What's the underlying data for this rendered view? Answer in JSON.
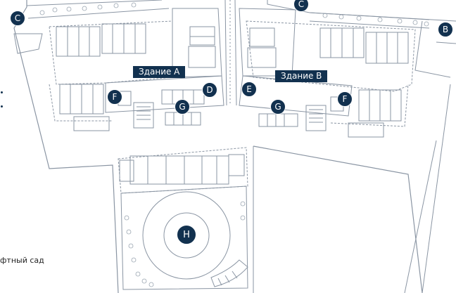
{
  "colors": {
    "line": "#8a95a3",
    "marker_bg": "#12314f",
    "marker_fg": "#ffffff",
    "label_bg": "#12314f"
  },
  "labels": {
    "building_a": "Здание A",
    "building_b": "Здание B",
    "side_caption": "фтный сад"
  },
  "markers": {
    "c_left": "C",
    "c_top": "C",
    "b": "B",
    "d": "D",
    "e": "E",
    "f_left": "F",
    "f_right": "F",
    "g_left": "G",
    "g_right": "G",
    "h": "H"
  }
}
